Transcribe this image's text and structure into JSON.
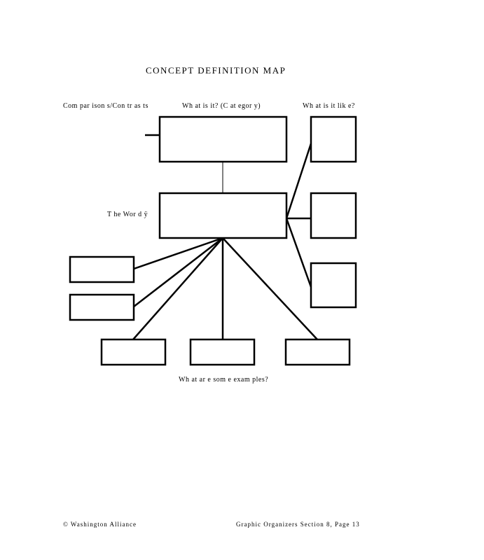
{
  "title": "CONCEPT DEFINITION MAP",
  "headers": {
    "comparisons": "Com par ison s/Con tr as ts",
    "category": "Wh at is it? (C at egor y)",
    "what_like": "Wh at is it lik e?"
  },
  "word_label": "T he Wor d ÿ",
  "examples_label": "Wh at ar e som e exam ples?",
  "footer": {
    "left": "© Washington Alliance",
    "right": "Graphic Organizers Section 8, Page 13"
  }
}
